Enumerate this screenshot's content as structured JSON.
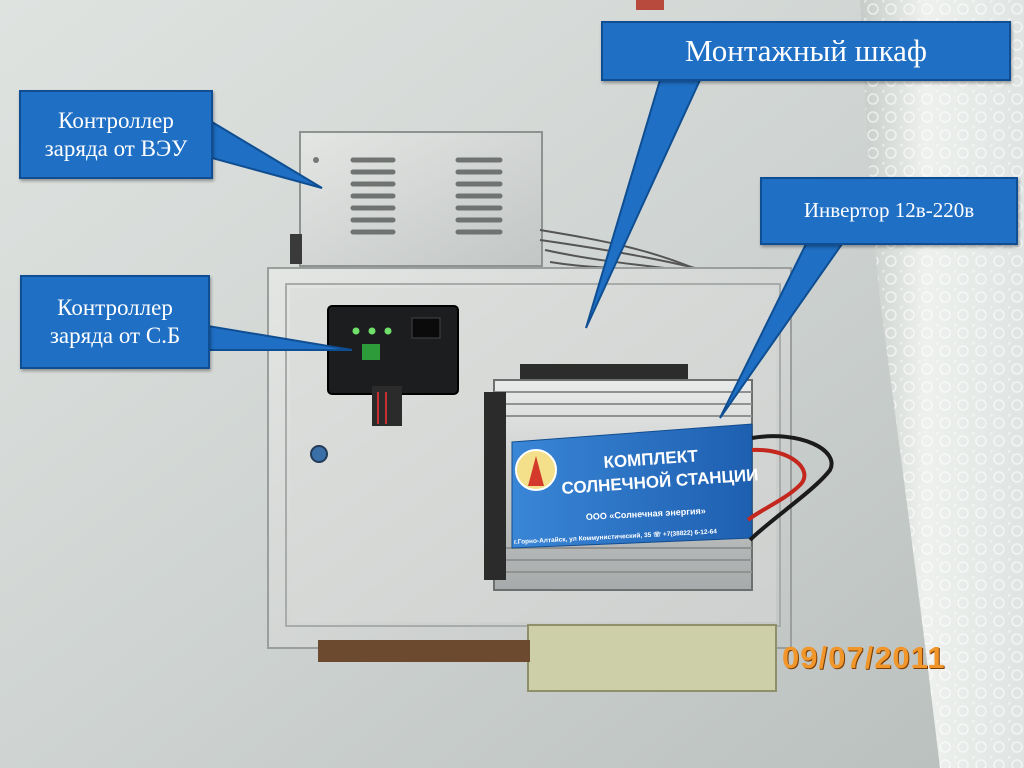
{
  "callouts": {
    "cabinet": "Монтажный шкаф",
    "wind_controller_line1": "Контроллер",
    "wind_controller_line2": "заряда от ВЭУ",
    "solar_controller_line1": "Контроллер",
    "solar_controller_line2": "заряда от С.Б",
    "inverter": "Инвертор 12в-220в"
  },
  "inverter_label": {
    "line1": "КОМПЛЕКТ",
    "line2": "СОЛНЕЧНОЙ СТАНЦИИ",
    "company": "ООО «Солнечная энергия»",
    "address": "г.Горно-Алтайск, ул Коммунистический, 35   ☏ +7(38822) 6-12-64"
  },
  "date_stamp": "09/07/2011",
  "colors": {
    "callout_fill": "#1f6fc4",
    "date_stamp": "#f0962a"
  }
}
